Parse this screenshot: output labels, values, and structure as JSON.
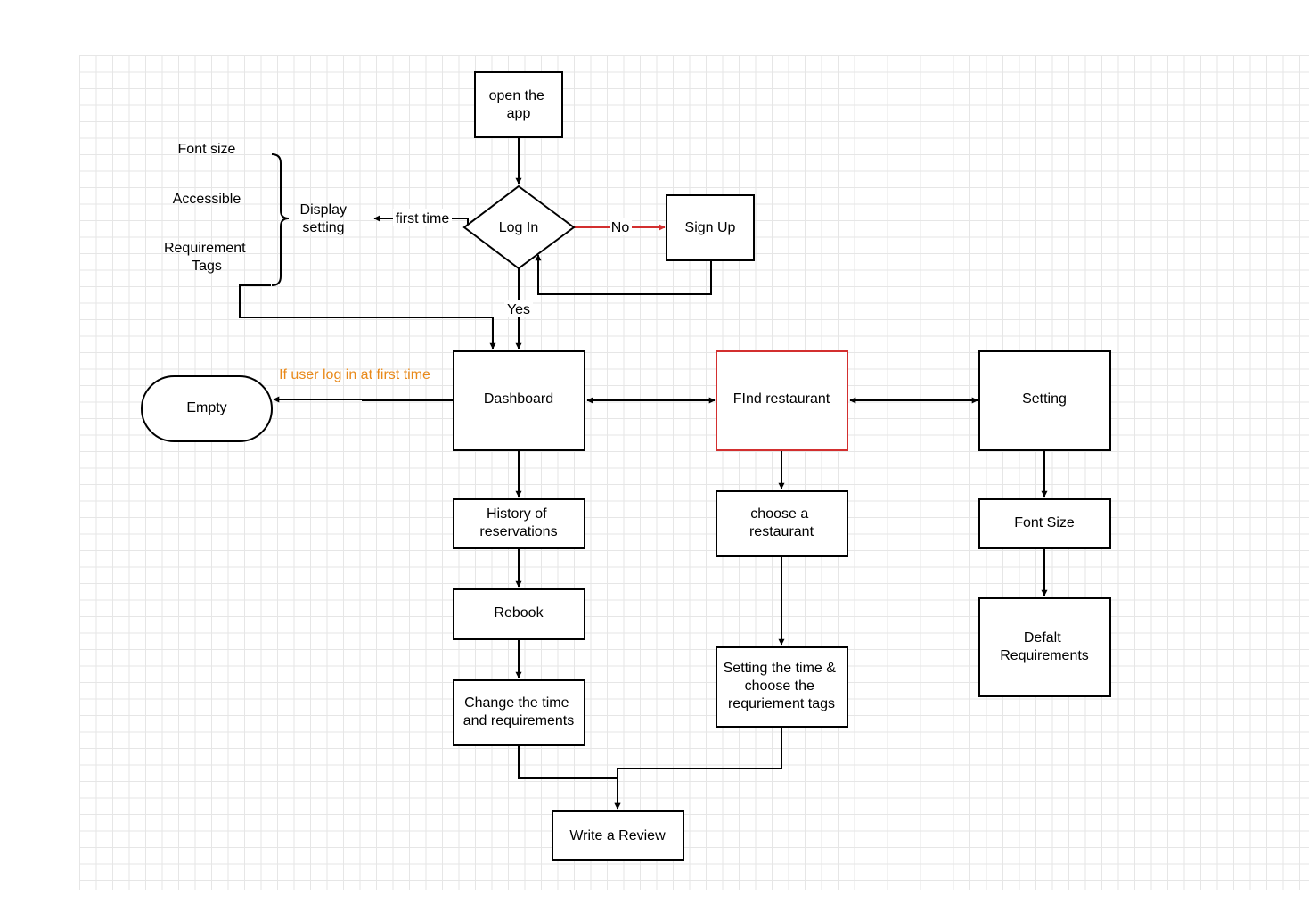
{
  "colors": {
    "line": "#000000",
    "highlight": "#d32f2f",
    "note": "#e8891a",
    "grid": "#e6e6e6"
  },
  "nodes": {
    "open_app": [
      "open the",
      "app"
    ],
    "login": "Log In",
    "signup": "Sign Up",
    "display_setting": [
      "Display",
      "setting"
    ],
    "dashboard": "Dashboard",
    "find_restaurant": "FInd restaurant",
    "setting": "Setting",
    "empty": "Empty",
    "history": [
      "History of",
      "reservations"
    ],
    "rebook": "Rebook",
    "change_time": [
      "Change the time",
      "and requirements"
    ],
    "choose_restaurant": [
      "choose a",
      "restaurant"
    ],
    "setting_time": [
      "Setting the time &",
      "choose the",
      "requriement tags"
    ],
    "font_size_box": "Font Size",
    "default_req": [
      "Defalt",
      "Requirements"
    ],
    "write_review": "Write a Review"
  },
  "display_options": {
    "font_size": "Font size",
    "accessible": "Accessible",
    "requirement_tags": [
      "Requirement",
      "Tags"
    ]
  },
  "edge_labels": {
    "first_time": "first time",
    "no": "No",
    "yes": "Yes"
  },
  "notes": {
    "first_login": "If user log in at first time"
  }
}
